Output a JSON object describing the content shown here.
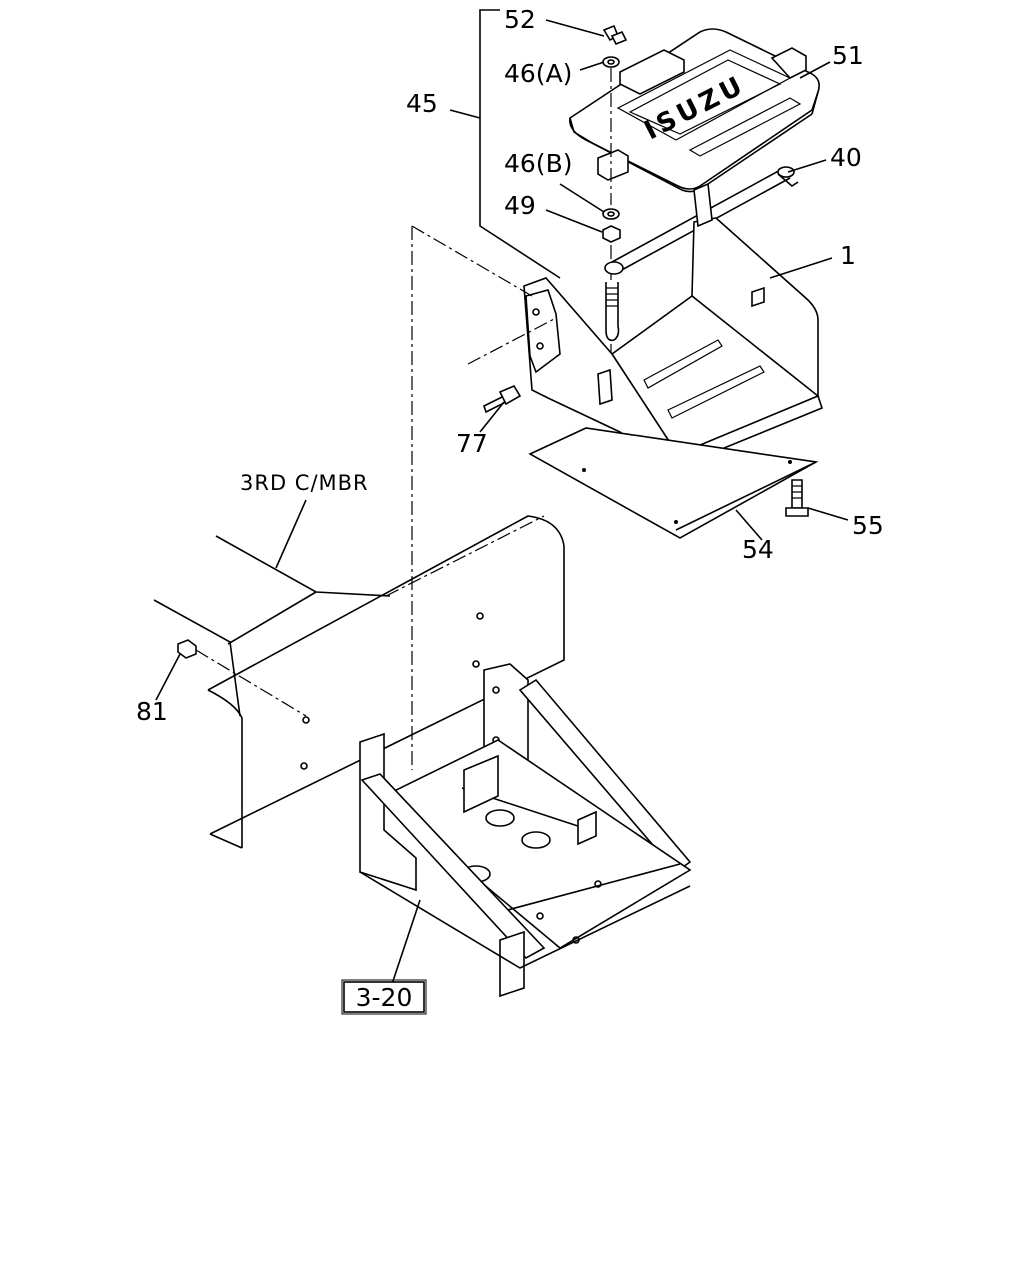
{
  "callouts": {
    "c52": "52",
    "c46a": "46(A)",
    "c45": "45",
    "c46b": "46(B)",
    "c49": "49",
    "c51": "51",
    "c40": "40",
    "c1": "1",
    "c77": "77",
    "c55": "55",
    "c54": "54",
    "c81": "81",
    "ref_box": "3-20"
  },
  "labels": {
    "third_crossmember": "3RD C/MBR",
    "cover_brand": "ISUZU"
  }
}
